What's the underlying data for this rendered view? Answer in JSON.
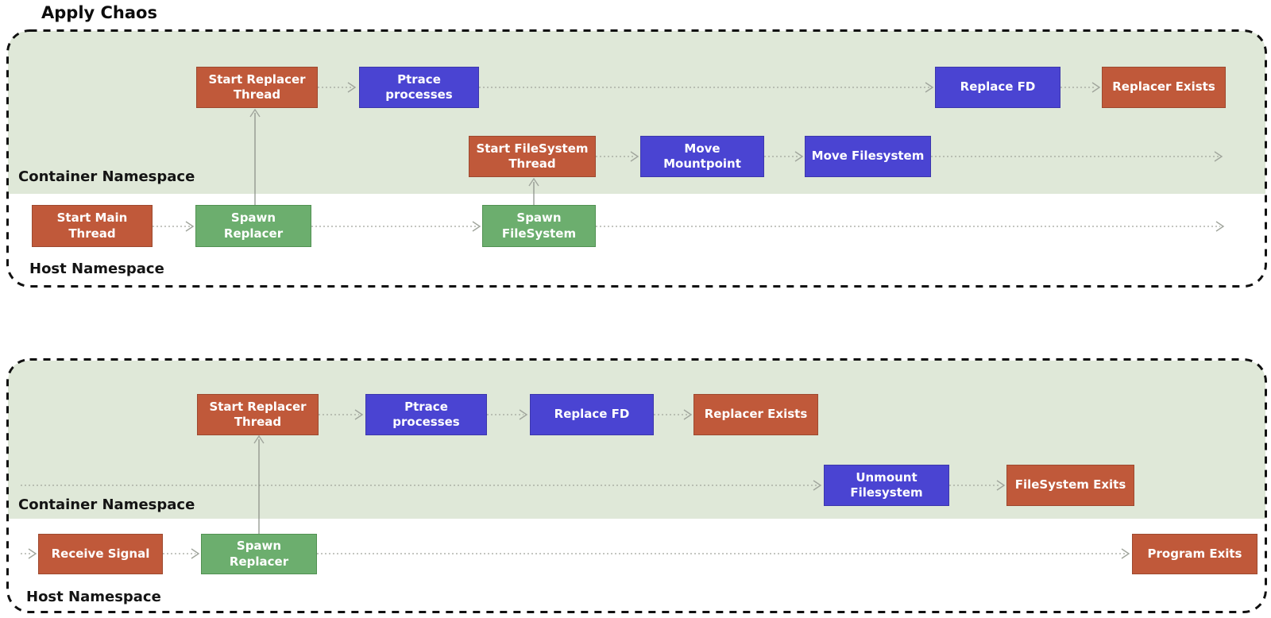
{
  "title": "Apply Chaos",
  "colors": {
    "box_orange": "#c0593a",
    "box_blue": "#4a44d2",
    "box_green": "#6cae6e",
    "panel_green_bg": "#dfe8d8",
    "border_dash": "#111111",
    "connector": "#a0a59c",
    "connector_solid": "#878c84",
    "box_text": "#ffffff",
    "label_text": "#141414"
  },
  "panel1": {
    "container_label": "Container Namespace",
    "host_label": "Host Namespace",
    "nodes": {
      "start_replacer_thread": "Start Replacer\nThread",
      "ptrace_processes": "Ptrace\nprocesses",
      "replace_fd": "Replace FD",
      "replacer_exists": "Replacer Exists",
      "start_filesystem_thread": "Start FileSystem\nThread",
      "move_mountpoint": "Move\nMountpoint",
      "move_filesystem": "Move Filesystem",
      "start_main_thread": "Start Main\nThread",
      "spawn_replacer": "Spawn\nReplacer",
      "spawn_filesystem": "Spawn\nFileSystem"
    }
  },
  "panel2": {
    "container_label": "Container Namespace",
    "host_label": "Host Namespace",
    "nodes": {
      "start_replacer_thread": "Start Replacer\nThread",
      "ptrace_processes": "Ptrace\nprocesses",
      "replace_fd": "Replace FD",
      "replacer_exists": "Replacer Exists",
      "unmount_filesystem": "Unmount\nFilesystem",
      "filesystem_exits": "FileSystem Exits",
      "receive_signal": "Receive Signal",
      "spawn_replacer": "Spawn\nReplacer",
      "program_exits": "Program Exits"
    }
  }
}
